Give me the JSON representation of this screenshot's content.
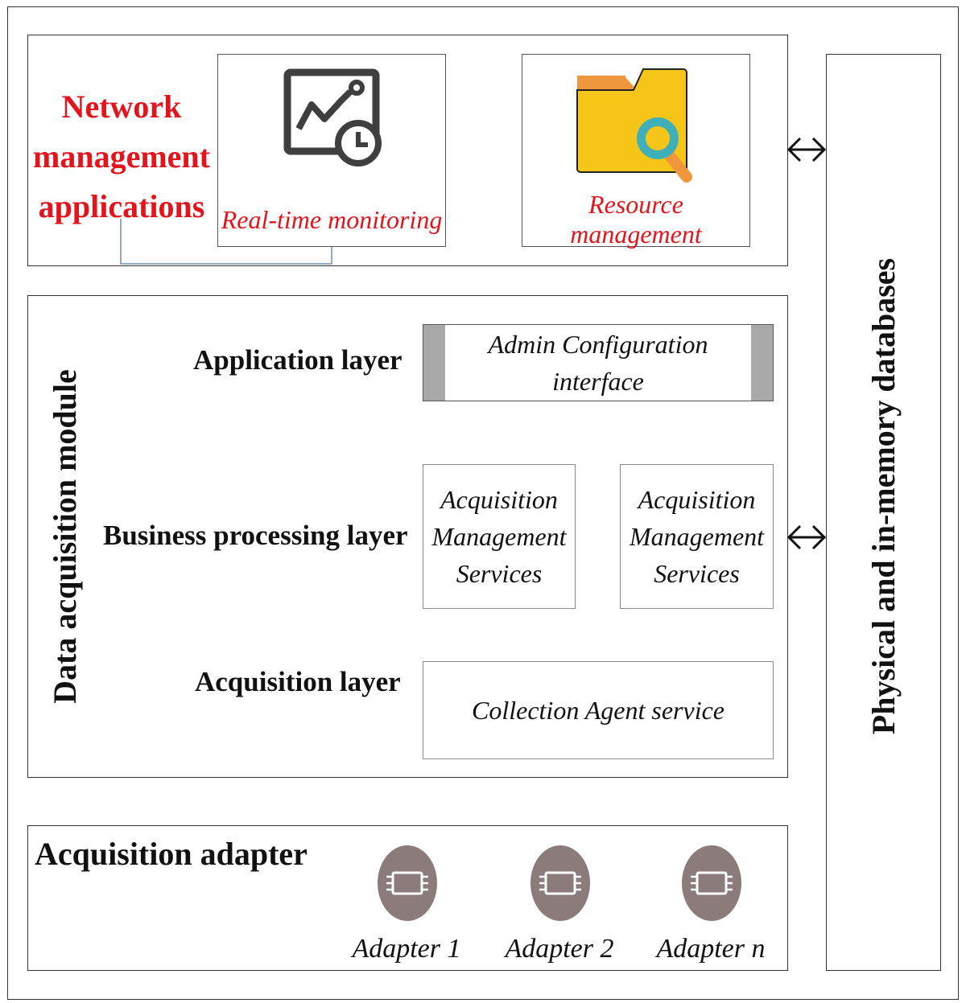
{
  "network_apps": {
    "title_lines": [
      "Network",
      "management",
      "applications"
    ],
    "realtime_label": "Real-time monitoring",
    "resource_label": "Resource management"
  },
  "data_module": {
    "title": "Data acquisition module",
    "application_layer": "Application layer",
    "admin_box_line1": "Admin Configuration",
    "admin_box_line2": "interface",
    "business_layer": "Business processing layer",
    "service_box_1": [
      "Acquisition",
      "Management",
      "Services"
    ],
    "service_box_2": [
      "Acquisition",
      "Management",
      "Services"
    ],
    "acquisition_layer": "Acquisition layer",
    "collection_box": "Collection Agent service"
  },
  "adapter": {
    "title": "Acquisition adapter",
    "items": [
      "Adapter 1",
      "Adapter 2",
      "Adapter n"
    ]
  },
  "database": {
    "title": "Physical and in-memory databases"
  },
  "colors": {
    "accent_red": "#e3141b",
    "chip_bg": "#8c7b7b",
    "folder_yellow": "#f5c518",
    "folder_orange": "#f0963c",
    "magnifier_teal": "#3fb0b8",
    "admin_side_gray": "#a9a9a9"
  },
  "icons": [
    "monitoring-chart-clock-icon",
    "folder-magnifier-icon",
    "chip-icon"
  ]
}
